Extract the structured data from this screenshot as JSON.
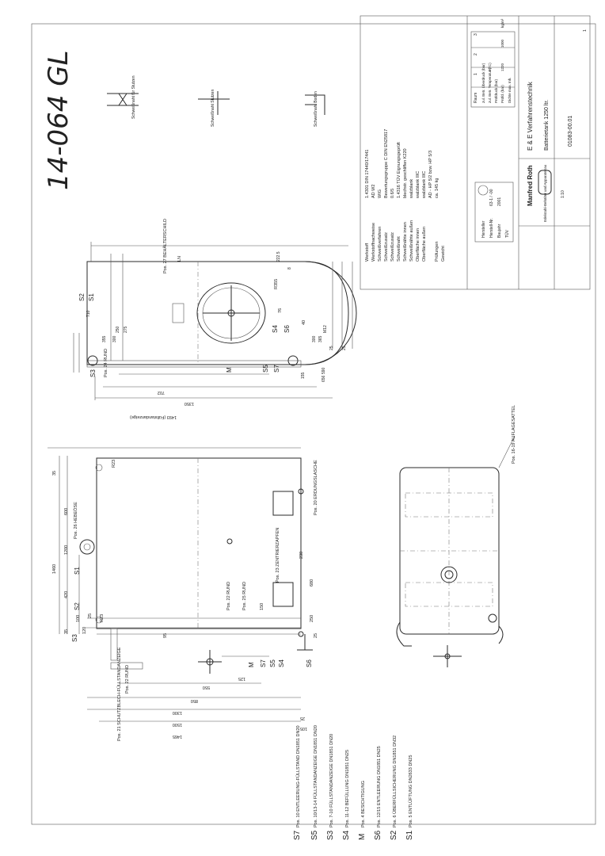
{
  "drawing": {
    "handwritten_id": "14-064 GL",
    "weld_notes": [
      "Schweißnaht für Stutzen",
      "Schweißnaht Stutzen",
      "Schweißnaht Boden"
    ]
  },
  "side_view": {
    "dims_left": [
      "1465",
      "1500",
      "1300",
      "850",
      "550",
      "105",
      "125",
      "25"
    ],
    "dims_top": [
      "35",
      "100",
      "120",
      "25",
      "420",
      "1200",
      "1460",
      "600",
      "35"
    ],
    "labels": [
      "R23",
      "R23",
      "Pos. 26 HEBEÖSE",
      "S1",
      "S2",
      "S3",
      "Pos. 22 RUND",
      "Pos. 25 RUND",
      "150",
      "Pos. 23 ZENTRIERZAPFEN",
      "Pos. 20 ERDUNGSLASCHE",
      "230",
      "680",
      "250",
      "25",
      "95",
      "M",
      "S7",
      "S5",
      "S4",
      "S6"
    ],
    "bottom_labels": [
      "Pos. 21 SCHUTZBLECH-FÜLLSTANDANZEIGE",
      "Pos. 22 RUND"
    ]
  },
  "front_view": {
    "dims_left": [
      "1493 (Füllstandanzeige)",
      "1350",
      "702"
    ],
    "dims_top": [
      "710",
      "355",
      "300",
      "250",
      "275"
    ],
    "dims_bottom": [
      "155",
      "590",
      "656",
      "300",
      "365",
      "25",
      "25",
      "M12",
      "222.5",
      "8"
    ],
    "labels": [
      "Pos. 27 BEHÄLTERSCHILD",
      "LN",
      "S1",
      "S2",
      "S3",
      "Pos. 24 RUND",
      "R355",
      "M",
      "S5",
      "S7",
      "S4",
      "S6",
      "40",
      "76"
    ]
  },
  "top_view": {
    "labels": [
      "Pos. 16-19 AUFLAGESATTEL"
    ]
  },
  "legend": [
    {
      "code": "S7",
      "text": "Pos. 10 ENTLEERUNG-FÜLLSTAND DN1851 DN20"
    },
    {
      "code": "S5",
      "text": "Pos. 10/13-14 FÜLLSTANDANZEIGE DN1851 DN20"
    },
    {
      "code": "S3",
      "text": "Pos. 7-10 FÜLLSTANDANZEIGE DN1851 DN20"
    },
    {
      "code": "S4",
      "text": "Pos. 11-12 BEFÜLLUNG DN1851 DN25"
    },
    {
      "code": "M",
      "text": "Pos. 4 BESICHTIGUNG"
    },
    {
      "code": "S6",
      "text": "Pos. 12/15 ENTLEERUNG DN1851 DN25"
    },
    {
      "code": "S2",
      "text": "Pos. 6 ÜBERFÜLLSICHERUNG DN1851 DN32"
    },
    {
      "code": "S1",
      "text": "Pos. 5 ENTLÜFTUNG DN2633 DN25"
    }
  ],
  "specs": [
    {
      "key": "Werkstoff",
      "val": "1.4301 DIN 17440/17441"
    },
    {
      "key": "Werkstoffnachweise",
      "val": "AD W2"
    },
    {
      "key": "Schweißverfahren",
      "val": "WIG"
    },
    {
      "key": "Schweißzusatz",
      "val": "Bewertungsgruppe C DIN EN25817"
    },
    {
      "key": "Schweißzusatz",
      "val": "0.6/5"
    },
    {
      "key": "Schweißnaht",
      "val": "1.4316 TÜV Eignungsgeprüft"
    },
    {
      "key": "Schweißnähte innen",
      "val": "blechstr. geschliffen K220"
    },
    {
      "key": "Schweißnähte außen",
      "val": "walzblank"
    },
    {
      "key": "Oberfläche innen",
      "val": "walzblank IIIC"
    },
    {
      "key": "Oberfläche außen",
      "val": "walzblank IIIC"
    },
    {
      "key": "",
      "val": "AD - HP 5/2 bzw. HP 5/3"
    },
    {
      "key": "Prüfungen",
      "val": "ca. 145 kg"
    },
    {
      "key": "Gewicht",
      "val": ""
    }
  ],
  "stamp_block": {
    "rows": [
      "Hersteller",
      "Herstell-Nr.",
      "Baujahr",
      "TÜV"
    ],
    "values": [
      "",
      "63-1 / -00",
      "2001",
      ""
    ]
  },
  "pressure_table": {
    "header": [
      "Raum",
      "1",
      "2",
      "3"
    ],
    "rows": [
      "zul. Betr. Überdruck (bar)",
      "zul. Betr. Temperatur (°C)",
      "Prüfdruck (bar)",
      "Prüfd. (bar)",
      "Dichte max. Inh."
    ],
    "values": [
      "",
      "60",
      "",
      "1220",
      "1000",
      "kg/m³"
    ]
  },
  "title_block": {
    "company": "Manfred Roth",
    "company2": "E & E Verfahrenstechnik",
    "desc": "Edelstahl-Behälter und Apparatebau",
    "title": "Batterietank 1250 ltr.",
    "number": "01083-00.01",
    "scale": "1:10",
    "sheet": "1"
  }
}
